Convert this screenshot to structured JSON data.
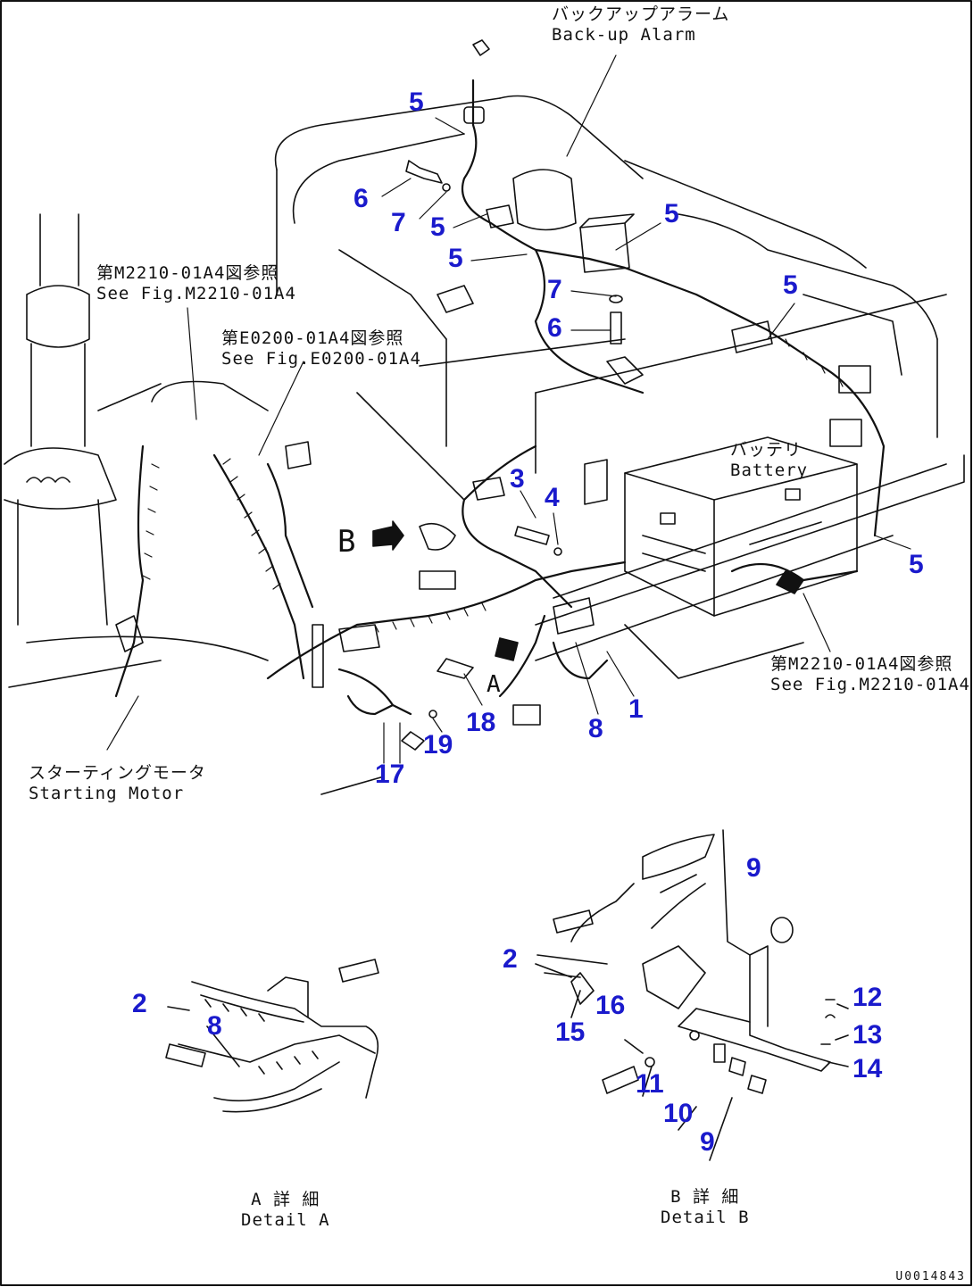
{
  "callouts": [
    "5",
    "6",
    "7",
    "5",
    "5",
    "5",
    "7",
    "6",
    "5",
    "3",
    "4",
    "5",
    "1",
    "8",
    "18",
    "19",
    "17",
    "9",
    "2",
    "8",
    "2",
    "16",
    "15",
    "11",
    "10",
    "9",
    "12",
    "13",
    "14"
  ],
  "notes": {
    "backup_alarm": {
      "jp": "バックアップアラーム",
      "en": "Back-up Alarm"
    },
    "ref_m2210_top": {
      "jp": "第M2210-01A4図参照",
      "en": "See Fig.M2210-01A4"
    },
    "ref_e0200": {
      "jp": "第E0200-01A4図参照",
      "en": "See Fig.E0200-01A4"
    },
    "battery": {
      "jp": "バッテリ",
      "en": "Battery"
    },
    "ref_m2210_right": {
      "jp": "第M2210-01A4図参照",
      "en": "See Fig.M2210-01A4"
    },
    "starting_motor": {
      "jp": "スターティングモータ",
      "en": "Starting Motor"
    },
    "detail_a": {
      "jp": "A 詳 細",
      "en": "Detail A"
    },
    "detail_b": {
      "jp": "B 詳 細",
      "en": "Detail B"
    },
    "view_a": "A",
    "view_b": "B"
  },
  "drawing_number": "U0014843"
}
